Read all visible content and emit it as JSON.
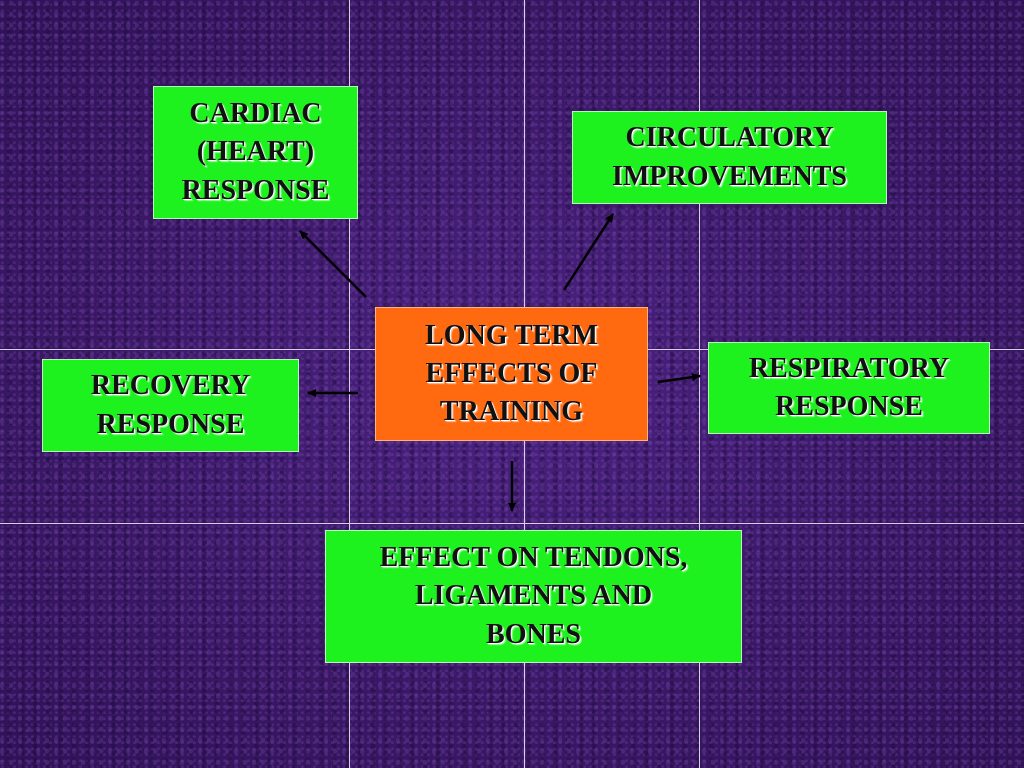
{
  "center": {
    "text": "LONG TERM\nEFFECTS OF\nTRAINING"
  },
  "boxes": {
    "cardiac": "CARDIAC\n(HEART)\nRESPONSE",
    "circulatory": "CIRCULATORY\nIMPROVEMENTS",
    "recovery": "RECOVERY\nRESPONSE",
    "respiratory": "RESPIRATORY\nRESPONSE",
    "tendons": "EFFECT ON TENDONS,\nLIGAMENTS AND\nBONES"
  },
  "colors": {
    "background": "#3f1a6e",
    "box_green": "#1ef21e",
    "box_orange": "#ff6a10",
    "text": "#111111",
    "arrow": "#000000"
  }
}
